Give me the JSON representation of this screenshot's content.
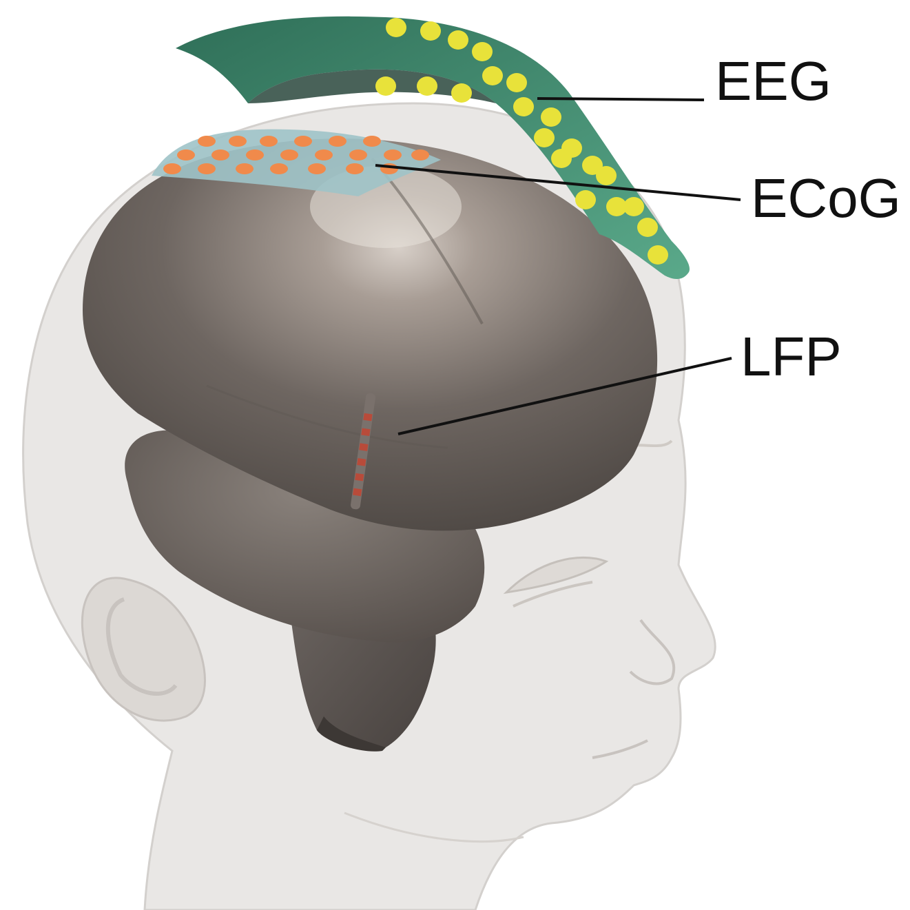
{
  "labels": {
    "eeg": "EEG",
    "ecog": "ECoG",
    "lfp": "LFP"
  },
  "colors": {
    "background": "#ffffff",
    "head": "#e9e7e5",
    "brain": "#6d6561",
    "eeg_sheet": "#3e8c6e",
    "eeg_electrode": "#e8e23a",
    "ecog_sheet": "#9ec3c8",
    "ecog_electrode": "#f08a4b",
    "lfp_probe": "#b84b3a",
    "text": "#111111"
  }
}
